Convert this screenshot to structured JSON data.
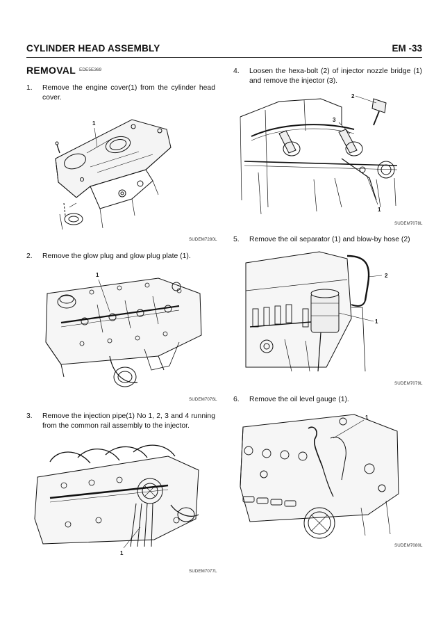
{
  "header": {
    "title": "CYLINDER HEAD ASSEMBLY",
    "page": "EM -33"
  },
  "section": {
    "title": "REMOVAL",
    "code": "EDE5E369"
  },
  "steps": [
    {
      "num": "1.",
      "text": "Remove the engine cover(1) from the cylinder head cover.",
      "caption": "SUDEM7280L",
      "callouts": [
        "1"
      ]
    },
    {
      "num": "2.",
      "text": "Remove the glow plug and glow plug plate (1).",
      "caption": "SUDEM7076L",
      "callouts": [
        "1"
      ]
    },
    {
      "num": "3.",
      "text": "Remove the injection pipe(1) No 1, 2, 3 and 4 running from the common rail assembly to the injector.",
      "caption": "SUDEM7077L",
      "callouts": [
        "1"
      ]
    },
    {
      "num": "4.",
      "text": "Loosen the hexa-bolt (2) of injector nozzle bridge (1) and remove the injector (3).",
      "caption": "SUDEM7078L",
      "callouts": [
        "1",
        "2",
        "3"
      ]
    },
    {
      "num": "5.",
      "text": "Remove the oil separator (1) and blow-by hose (2)",
      "caption": "SUDEM7079L",
      "callouts": [
        "1",
        "2"
      ]
    },
    {
      "num": "6.",
      "text": "Remove the oil level gauge (1).",
      "caption": "SUDEM7080L",
      "callouts": [
        "1"
      ]
    }
  ]
}
